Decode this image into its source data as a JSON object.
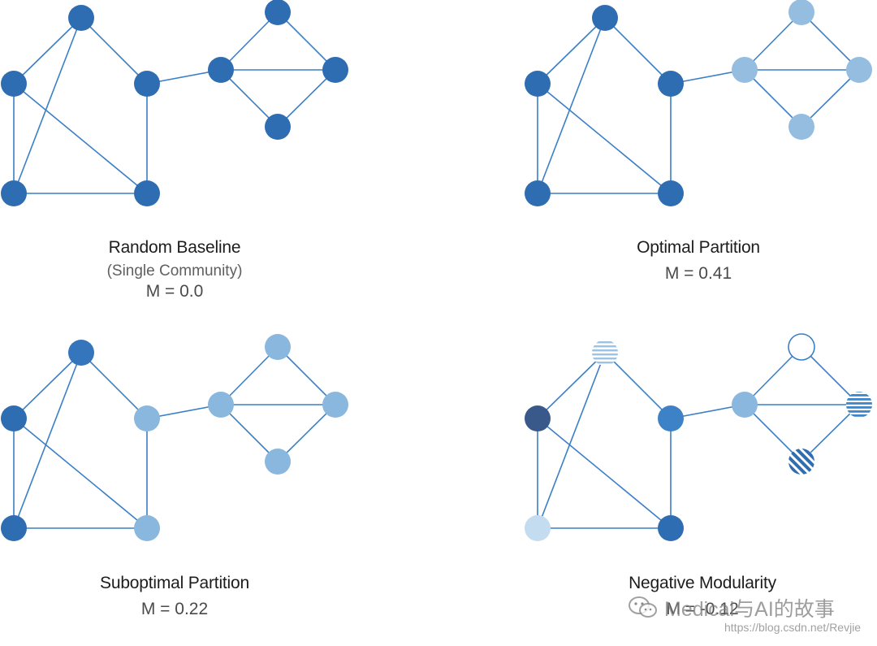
{
  "panels": [
    {
      "title": "Random Baseline",
      "subtitle": "(Single  Community)",
      "modularity": "M = 0.0",
      "node_colors": [
        "#2f6db3",
        "#2f6db3",
        "#2f6db3",
        "#2f6db3",
        "#2f6db3",
        "#2f6db3",
        "#2f6db3",
        "#2f6db3",
        "#2f6db3"
      ]
    },
    {
      "title": "Optimal Partition",
      "subtitle": "",
      "modularity": "M = 0.41",
      "node_colors": [
        "#2f6db3",
        "#2f6db3",
        "#2f6db3",
        "#2f6db3",
        "#2f6db3",
        "#95bde0",
        "#95bde0",
        "#95bde0",
        "#95bde0"
      ]
    },
    {
      "title": "Suboptimal Partition",
      "subtitle": "",
      "modularity": "M = 0.22",
      "node_colors": [
        "#2f6db3",
        "#3575bb",
        "#8ab7de",
        "#2f6db3",
        "#8ab7de",
        "#8ab7de",
        "#8ab7de",
        "#8ab7de",
        "#8ab7de"
      ]
    },
    {
      "title": "Negative Modularity",
      "subtitle": "",
      "modularity": "M = -0.12",
      "node_colors": [
        "#39598a",
        "pattern-hstripe-light",
        "#3d82c6",
        "#c3dcf0",
        "#2f6db3",
        "#8ab7de",
        "pattern-empty",
        "pattern-hstripe-blue",
        "pattern-diag-blue"
      ]
    }
  ],
  "graph": {
    "node_names": [
      "left-top",
      "peak",
      "right-mid",
      "left-bottom",
      "right-bottom",
      "hub",
      "diamond-top",
      "diamond-right",
      "diamond-bottom"
    ],
    "edges": [
      [
        0,
        1
      ],
      [
        0,
        3
      ],
      [
        0,
        4
      ],
      [
        1,
        3
      ],
      [
        1,
        2
      ],
      [
        2,
        4
      ],
      [
        3,
        4
      ],
      [
        2,
        5
      ],
      [
        5,
        6
      ],
      [
        5,
        7
      ],
      [
        5,
        8
      ],
      [
        6,
        7
      ],
      [
        7,
        8
      ]
    ]
  },
  "colors": {
    "edge": "#3a7fc7"
  },
  "watermark": {
    "main": "Medical与AI的故事",
    "url": "https://blog.csdn.net/Revjie",
    "icon": "wechat-icon"
  }
}
